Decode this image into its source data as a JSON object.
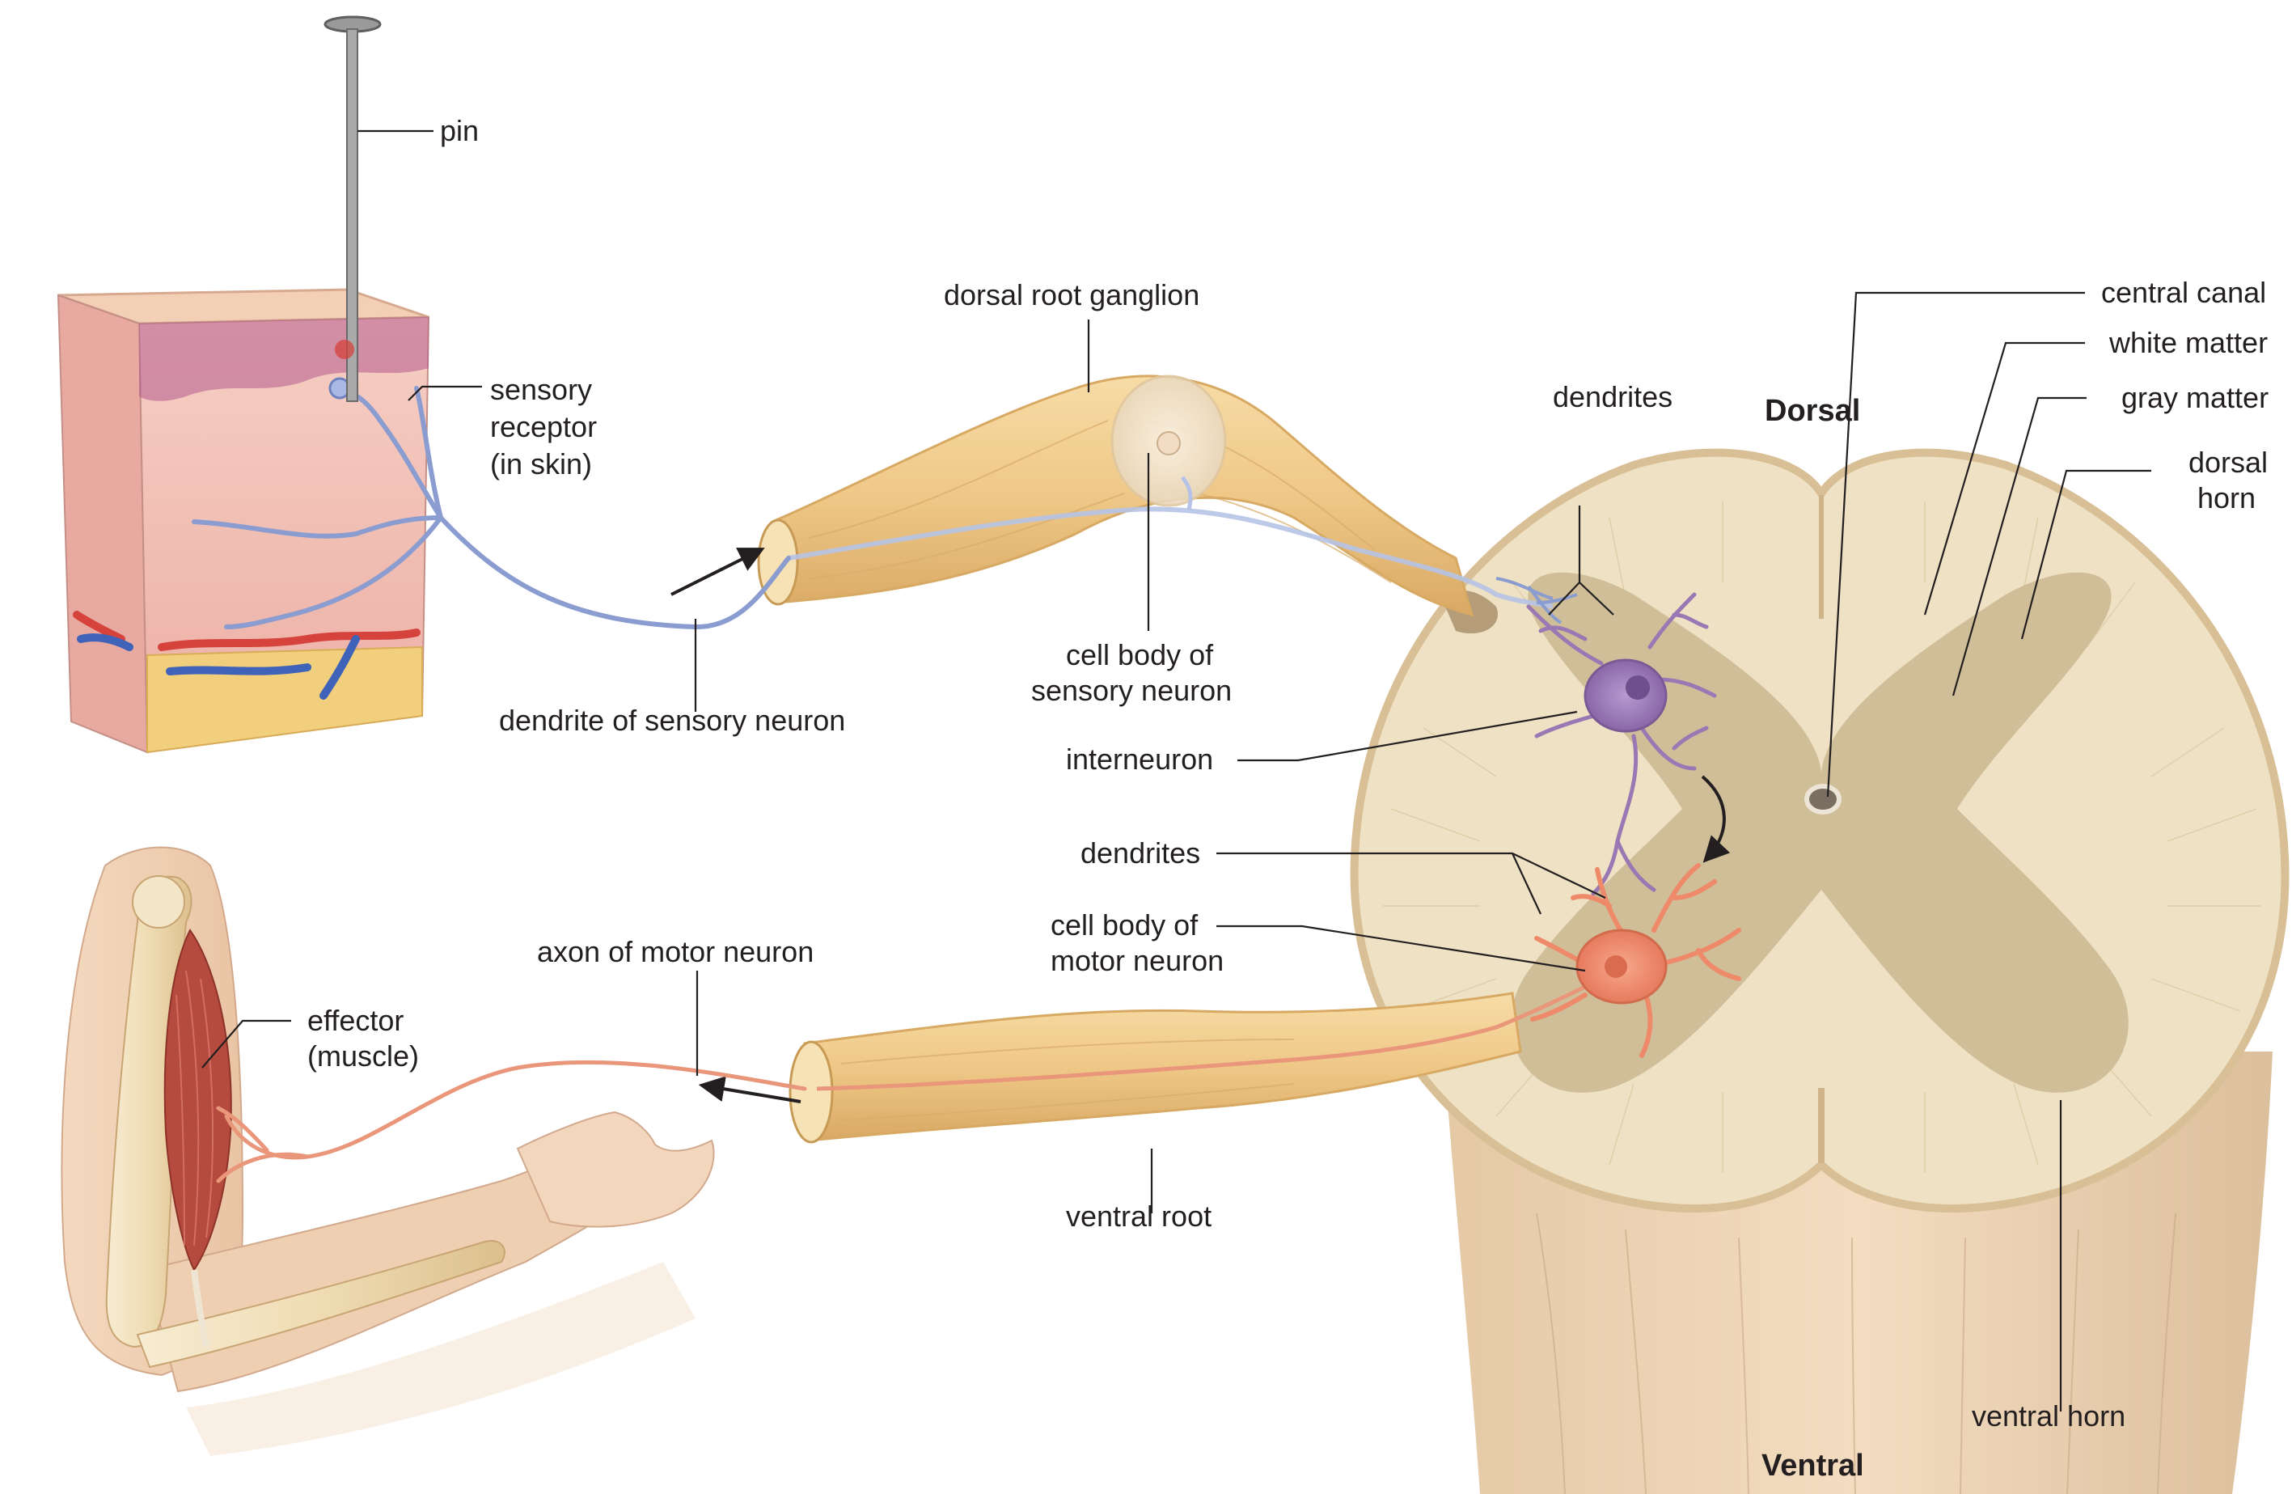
{
  "labels": {
    "pin": "pin",
    "sensory_receptor_1": "sensory",
    "sensory_receptor_2": "receptor",
    "sensory_receptor_3": "(in skin)",
    "dendrite_of_sensory_neuron": "dendrite of sensory neuron",
    "dorsal_root_ganglion": "dorsal root ganglion",
    "cell_body_sensory_1": "cell body of",
    "cell_body_sensory_2": "sensory neuron",
    "dendrites_top": "dendrites",
    "interneuron": "interneuron",
    "dendrites_bottom": "dendrites",
    "cell_body_motor_1": "cell body of",
    "cell_body_motor_2": "motor neuron",
    "axon_of_motor_neuron": "axon of motor neuron",
    "effector_1": "effector",
    "effector_2": "(muscle)",
    "ventral_root": "ventral root",
    "dorsal": "Dorsal",
    "ventral": "Ventral",
    "central_canal": "central canal",
    "white_matter": "white matter",
    "gray_matter": "gray matter",
    "dorsal_horn_1": "dorsal",
    "dorsal_horn_2": "horn",
    "ventral_horn": "ventral horn"
  },
  "colors": {
    "nerve": "#efc887",
    "white_matter": "#efe2c4",
    "gray_matter": "#cdbc96",
    "skin_pink": "#f1bcb3",
    "sensory_neuron": "#8a9cd0",
    "interneuron": "#9a78b4",
    "motor_neuron": "#ee8a6a",
    "muscle": "#b54a3e"
  }
}
